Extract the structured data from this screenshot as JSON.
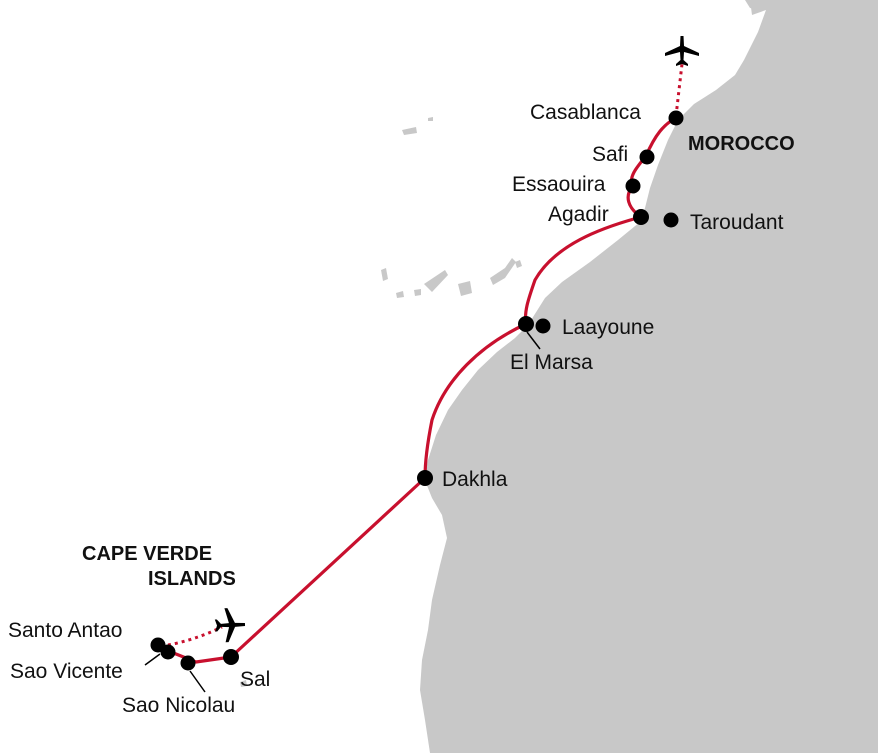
{
  "colors": {
    "land": "#c8c8c8",
    "sea": "#ffffff",
    "route": "#c8102e",
    "port": "#000000"
  },
  "countries": {
    "morocco": "MOROCCO",
    "cape_verde_line1": "CAPE VERDE",
    "cape_verde_line2": "ISLANDS"
  },
  "places": {
    "casablanca": "Casablanca",
    "safi": "Safi",
    "essaouira": "Essaouira",
    "agadir": "Agadir",
    "taroudant": "Taroudant",
    "laayoune": "Laayoune",
    "el_marsa": "El Marsa",
    "dakhla": "Dakhla",
    "santo_antao": "Santo Antao",
    "sao_vicente": "Sao Vicente",
    "sao_nicolau": "Sao Nicolau",
    "sal": "Sal"
  },
  "icons": {
    "flight_north": "airplane-icon",
    "flight_cape_verde": "airplane-icon"
  }
}
